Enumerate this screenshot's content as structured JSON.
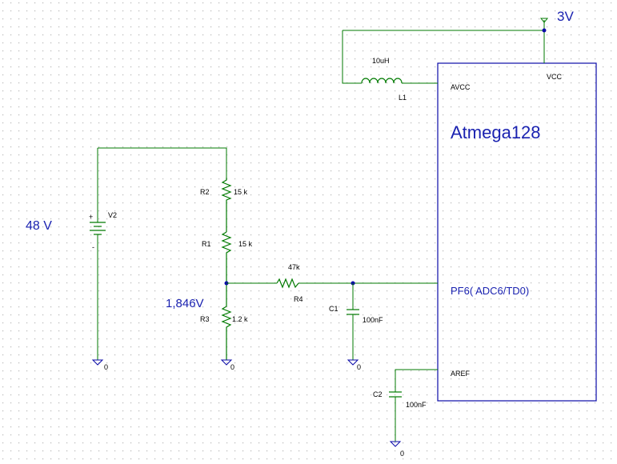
{
  "supply_label": "3V",
  "battery_voltage_label": "48 V",
  "node_voltage_label": "1,846V",
  "ic": {
    "name": "Atmega128",
    "pins": {
      "vcc": "VCC",
      "avcc": "AVCC",
      "adc": "PF6( ADC6/TD0)",
      "aref": "AREF"
    }
  },
  "components": {
    "inductor": {
      "ref": "L1",
      "value": "10uH"
    },
    "battery": {
      "ref": "V2",
      "plus": "+",
      "minus": "-"
    },
    "r1": {
      "ref": "R1",
      "value": "15 k"
    },
    "r2": {
      "ref": "R2",
      "value": "15 k"
    },
    "r3": {
      "ref": "R3",
      "value": "1.2 k"
    },
    "r4": {
      "ref": "R4",
      "value": "47k"
    },
    "c1": {
      "ref": "C1",
      "value": "100nF"
    },
    "c2": {
      "ref": "C2",
      "value": "100nF"
    }
  },
  "ground_label": "0",
  "colors": {
    "wire": "#007a00",
    "ic_outline": "#0a0aa8",
    "label_blue": "#1a22b0",
    "grid_dot": "#b8b8b8"
  }
}
